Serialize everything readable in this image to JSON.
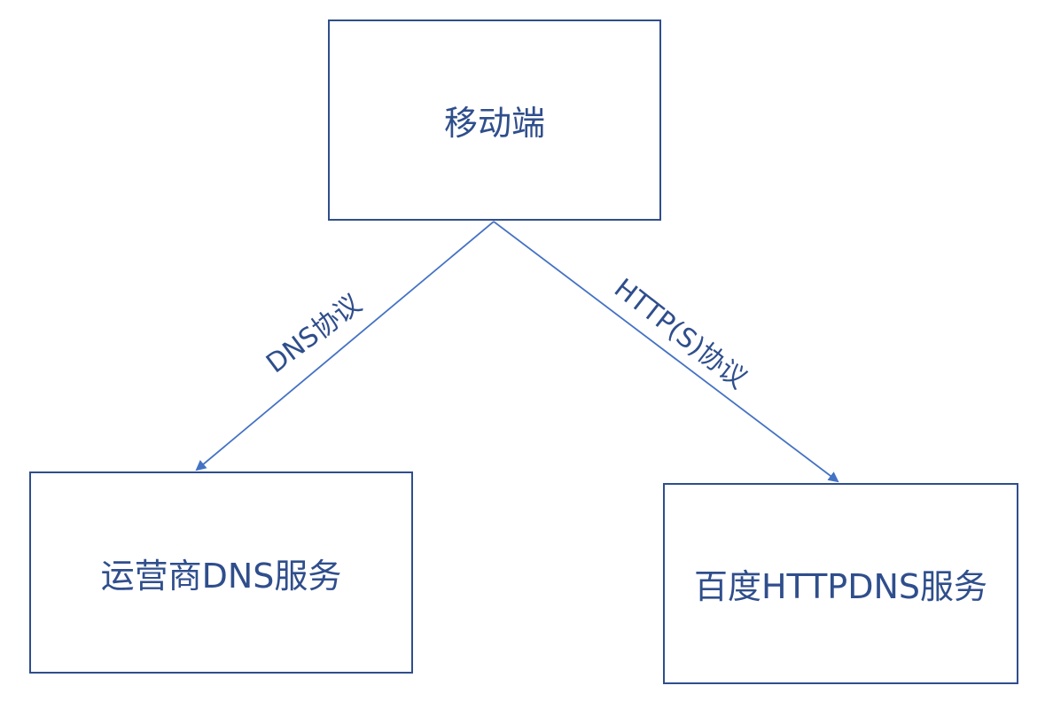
{
  "nodes": {
    "mobile": {
      "label": "移动端"
    },
    "operator_dns": {
      "label": "运营商DNS服务"
    },
    "baidu_httpdns": {
      "label": "百度HTTPDNS服务"
    }
  },
  "edges": {
    "dns": {
      "label": "DNS协议"
    },
    "https": {
      "label": "HTTP(S)协议"
    }
  },
  "colors": {
    "stroke": "#2F4E8C",
    "arrow": "#4472C4",
    "text": "#2F4E8C"
  }
}
